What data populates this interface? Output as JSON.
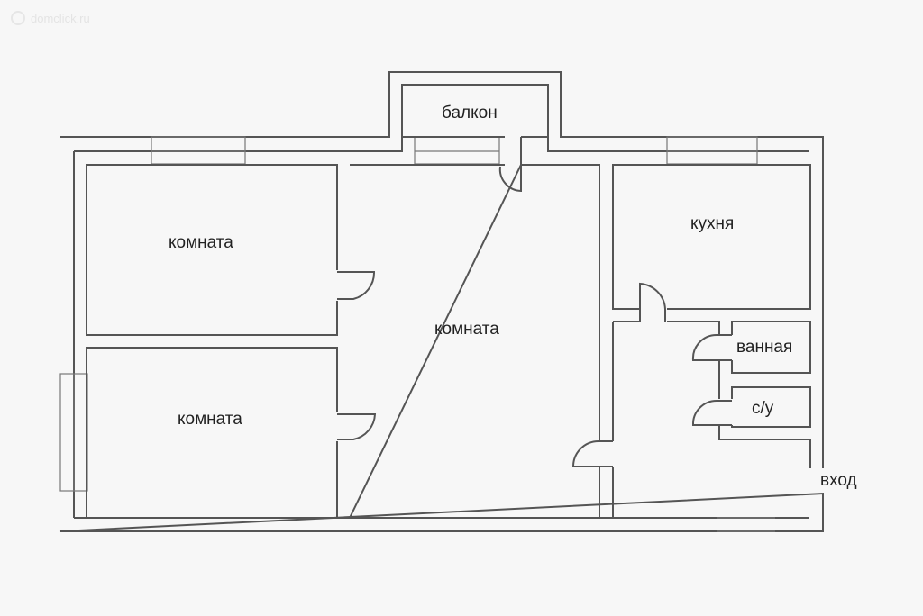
{
  "watermark": "domclick.ru",
  "rooms": {
    "balcony": "балкон",
    "room_top_left": "комната",
    "room_bottom_left": "комната",
    "room_center": "комната",
    "kitchen": "кухня",
    "bathroom": "ванная",
    "toilet": "с/у"
  },
  "entrance_label": "вход",
  "colors": {
    "wall": "#555555",
    "background": "#f7f7f7"
  }
}
